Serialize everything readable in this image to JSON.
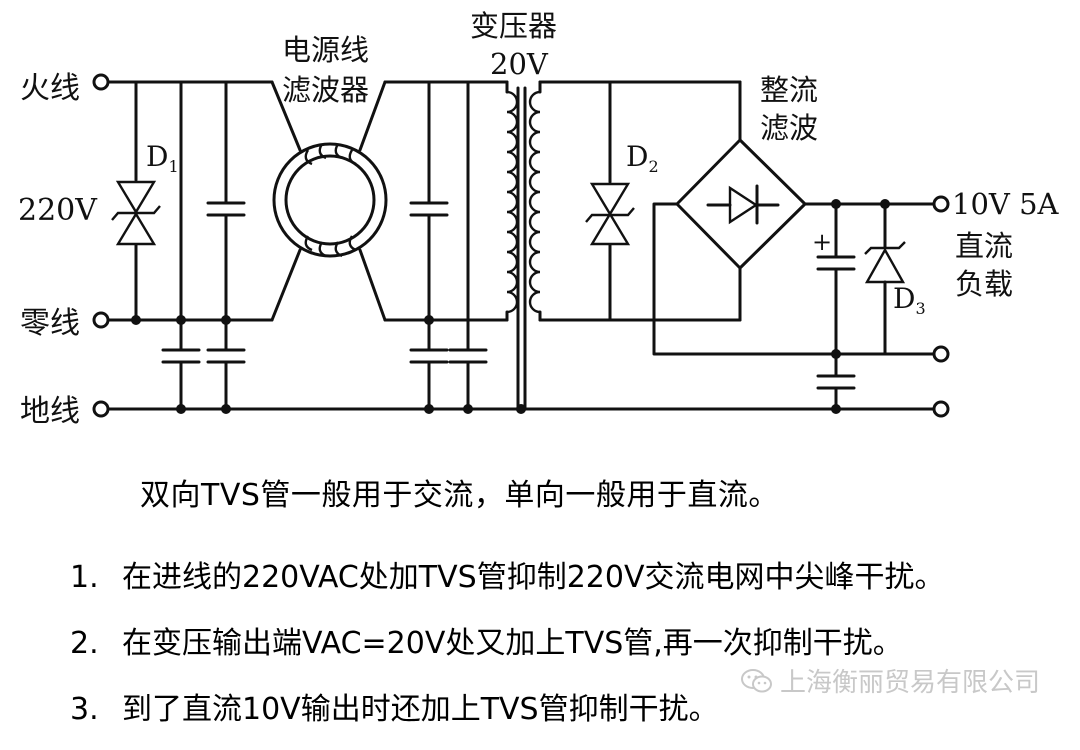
{
  "circuit": {
    "terminals": {
      "live": "火线",
      "voltage_in": "220V",
      "neutral": "零线",
      "ground": "地线"
    },
    "filter_label": [
      "电源线",
      "滤波器"
    ],
    "transformer_label": [
      "变压器",
      "20V"
    ],
    "rectifier_label": [
      "整流",
      "滤波"
    ],
    "output_voltage": "10V 5A",
    "load_label": [
      "直流",
      "负载"
    ],
    "tvs": {
      "d1": {
        "letter": "D",
        "sub": "1"
      },
      "d2": {
        "letter": "D",
        "sub": "2"
      },
      "d3": {
        "letter": "D",
        "sub": "3"
      }
    },
    "cap_polarity": "+"
  },
  "caption": "双向TVS管一般用于交流，单向一般用于直流。",
  "notes": [
    {
      "num": "1.",
      "text": "在进线的220VAC处加TVS管抑制220V交流电网中尖峰干扰。"
    },
    {
      "num": "2.",
      "text": "在变压输出端VAC=20V处又加上TVS管,再一次抑制干扰。"
    },
    {
      "num": "3.",
      "text": "到了直流10V输出时还加上TVS管抑制干扰。"
    }
  ],
  "watermark": "上海衡丽贸易有限公司"
}
